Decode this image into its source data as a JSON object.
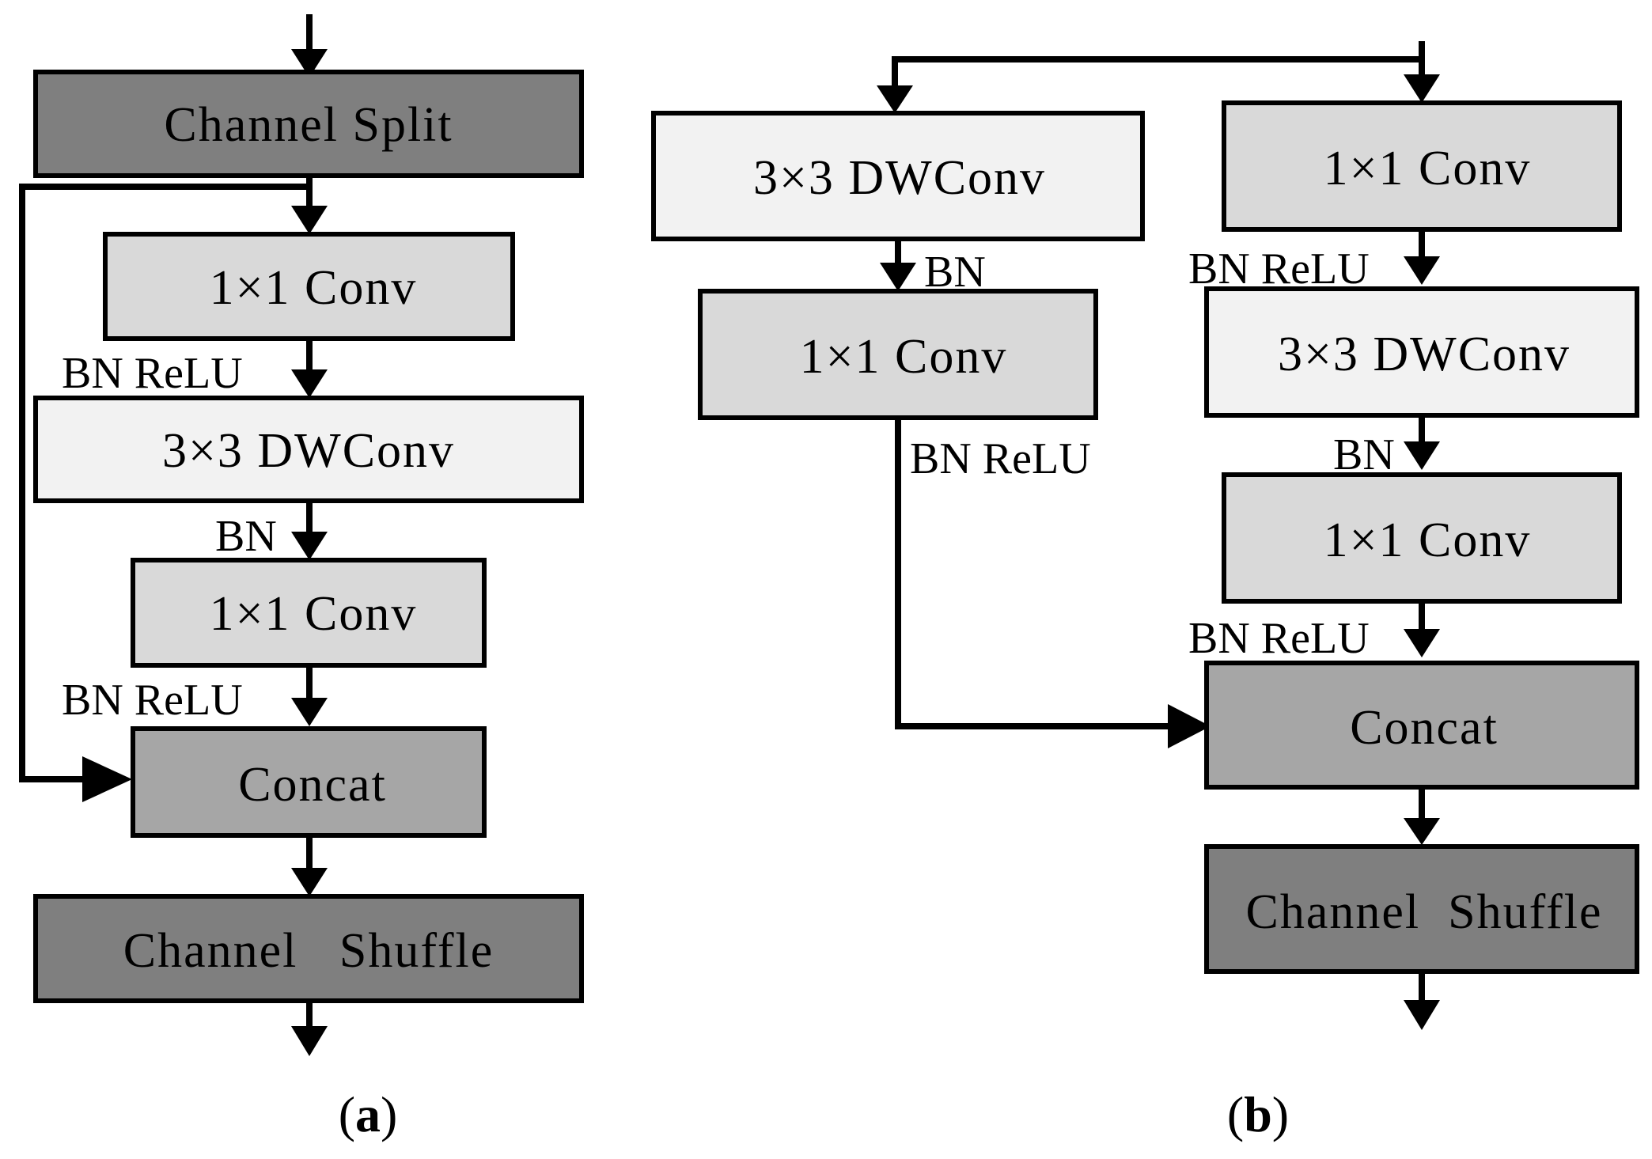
{
  "colors": {
    "dark": "#7f7f7f",
    "mid": "#a6a6a6",
    "light": "#d9d9d9",
    "pale": "#f2f2f2",
    "line": "#000000"
  },
  "diagram_a": {
    "caption_open": "(",
    "caption_letter": "a",
    "caption_close": ")",
    "blocks": {
      "channel_split": "Channel Split",
      "conv1": "1×1 Conv",
      "dwconv": "3×3 DWConv",
      "conv2": "1×1 Conv",
      "concat": "Concat",
      "shuffle": "Channel   Shuffle"
    },
    "annotations": {
      "bn_relu_1": "BN ReLU",
      "bn": "BN",
      "bn_relu_2": "BN ReLU"
    }
  },
  "diagram_b": {
    "caption_open": "(",
    "caption_letter": "b",
    "caption_close": ")",
    "blocks": {
      "left_dwconv": "3×3 DWConv",
      "left_conv": "1×1 Conv",
      "right_conv1": "1×1 Conv",
      "right_dwconv": "3×3 DWConv",
      "right_conv2": "1×1 Conv",
      "concat": "Concat",
      "shuffle": "Channel  Shuffle"
    },
    "annotations": {
      "left_bn": "BN",
      "left_bn_relu": "BN ReLU",
      "right_bn_relu_1": "BN ReLU",
      "right_bn": "BN",
      "right_bn_relu_2": "BN ReLU"
    }
  }
}
